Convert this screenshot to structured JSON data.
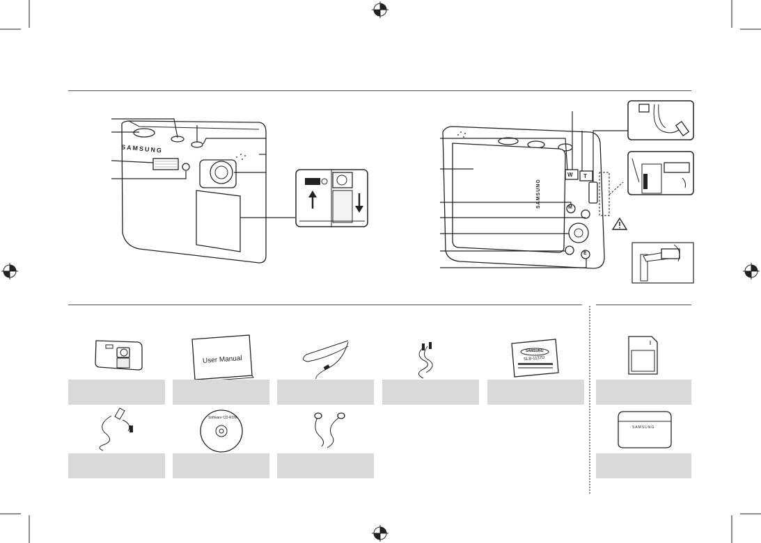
{
  "front_camera": {
    "brand": "SAMSUNG"
  },
  "back_camera": {
    "brand": "SAMSUNG",
    "zoom_w": "W",
    "zoom_t": "T",
    "menu_button": "M",
    "e_button": "E"
  },
  "accessories": {
    "manual_label": "User Manual",
    "battery_brand": "SAMSUNG",
    "battery_model": "SLB-1137D",
    "cd_label": "Software CD-ROM",
    "pouch_brand": "SAMSUNG"
  }
}
